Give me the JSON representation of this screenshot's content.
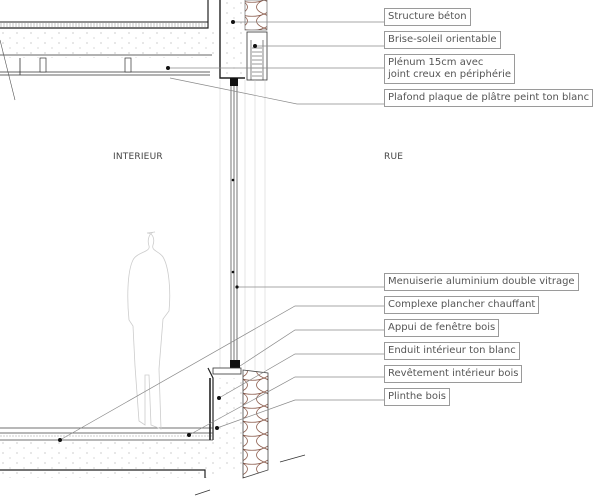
{
  "zones": {
    "interior": "INTERIEUR",
    "street": "RUE"
  },
  "labels": [
    {
      "text": "Structure béton"
    },
    {
      "text": "Brise-soleil orientable"
    },
    {
      "text": "Plénum 15cm avec",
      "text2": "joint creux en périphérie"
    },
    {
      "text": "Plafond plaque de plâtre peint ton blanc"
    },
    {
      "text": "Menuiserie aluminium double vitrage"
    },
    {
      "text": "Complexe plancher chauffant"
    },
    {
      "text": "Appui de fenêtre bois"
    },
    {
      "text": "Enduit intérieur ton blanc"
    },
    {
      "text": "Revêtement intérieur bois"
    },
    {
      "text": "Plinthe bois"
    }
  ],
  "colors": {
    "line": "#222222",
    "leader": "#8a8a8a",
    "insulation": "#8a5a4a",
    "label_border": "#9a9a9a"
  }
}
